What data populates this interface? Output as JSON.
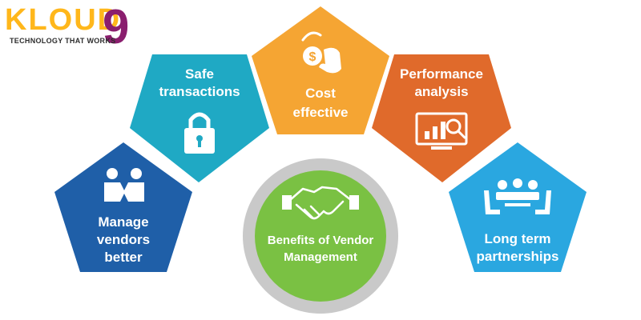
{
  "logo": {
    "word": "KLOUD",
    "number": "9",
    "tagline": "TECHNOLOGY THAT WORKS"
  },
  "center": {
    "line1": "Benefits of Vendor",
    "line2": "Management",
    "color": "#7ac143"
  },
  "benefits": [
    {
      "lines": [
        "Manage",
        "vendors",
        "better"
      ],
      "color": "#1f5fa8",
      "icon": "handshake-people-icon"
    },
    {
      "lines": [
        "Safe",
        "transactions"
      ],
      "color": "#1fa9c4",
      "icon": "padlock-icon"
    },
    {
      "lines": [
        "Cost",
        "effective"
      ],
      "color": "#f5a533",
      "icon": "money-hand-icon"
    },
    {
      "lines": [
        "Performance",
        "analysis"
      ],
      "color": "#e06a2b",
      "icon": "analytics-monitor-icon"
    },
    {
      "lines": [
        "Long term",
        "partnerships"
      ],
      "color": "#2aa7e0",
      "icon": "meeting-table-icon"
    }
  ]
}
